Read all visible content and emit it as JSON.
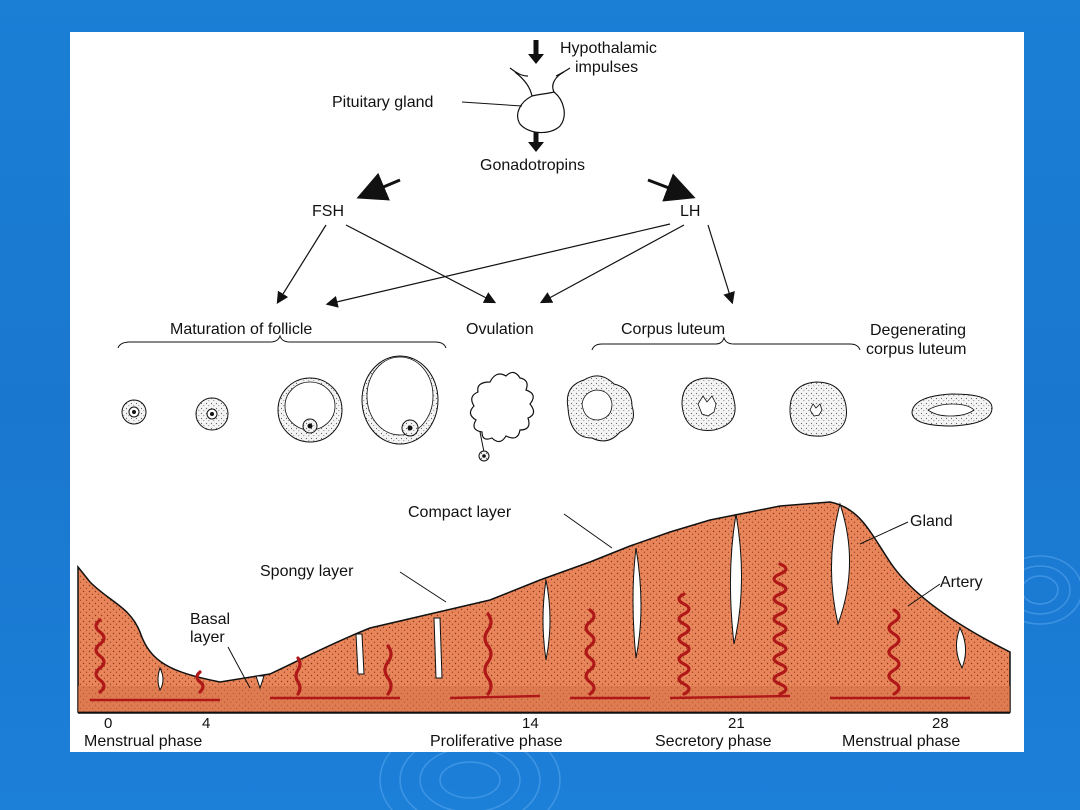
{
  "colors": {
    "background": "#1b7fd6",
    "panel": "#ffffff",
    "endometrium": "#e8855a",
    "artery": "#cc2222",
    "ink": "#111111"
  },
  "hormones": {
    "hypothalamic": "Hypothalamic",
    "impulses": "impulses",
    "pituitary": "Pituitary gland",
    "gonadotropins": "Gonadotropins",
    "fsh": "FSH",
    "lh": "LH"
  },
  "ovary_stages": {
    "maturation": "Maturation of follicle",
    "ovulation": "Ovulation",
    "corpus_luteum": "Corpus luteum",
    "degenerating_1": "Degenerating",
    "degenerating_2": "corpus luteum"
  },
  "endometrium_labels": {
    "compact": "Compact layer",
    "spongy": "Spongy layer",
    "basal_1": "Basal",
    "basal_2": "layer",
    "gland": "Gland",
    "artery": "Artery"
  },
  "timeline": {
    "days": [
      "0",
      "4",
      "14",
      "21",
      "28"
    ],
    "phases": [
      "Menstrual phase",
      "Proliferative phase",
      "Secretory phase",
      "Menstrual phase"
    ]
  }
}
